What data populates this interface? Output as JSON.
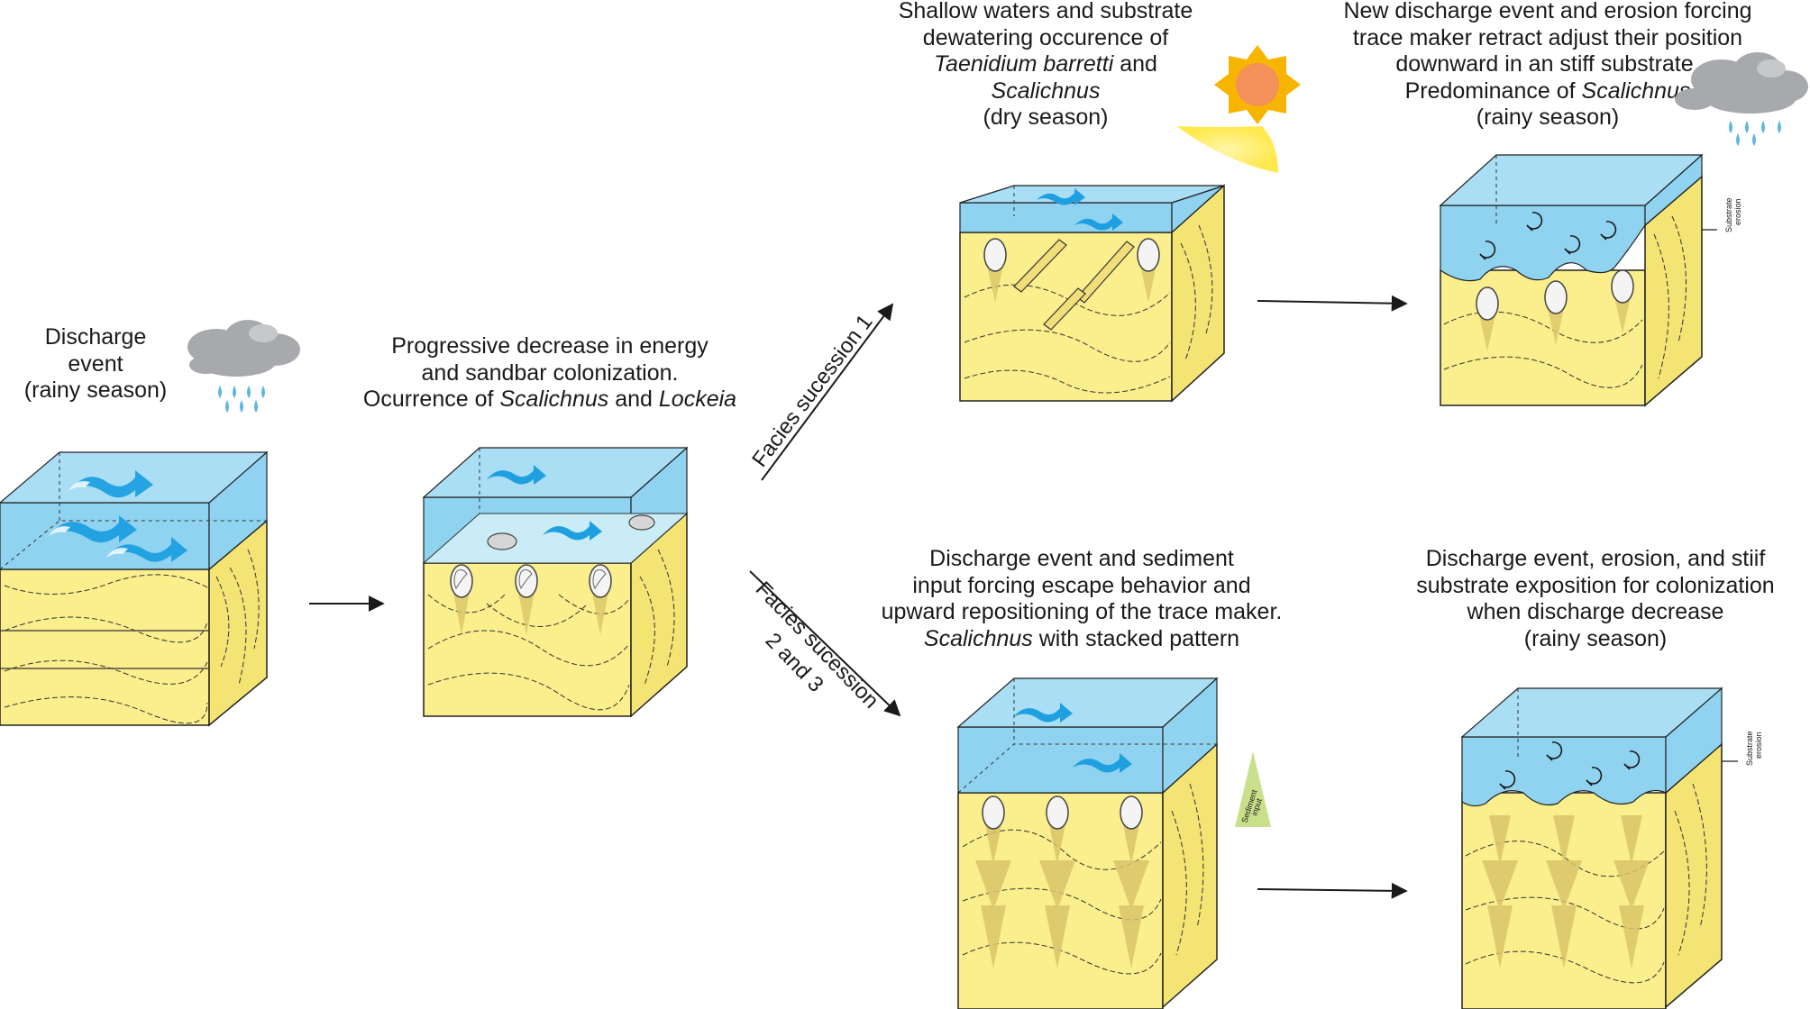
{
  "captions": {
    "discharge": {
      "lines": [
        "Discharge",
        "event",
        "(rainy season)"
      ]
    },
    "progressive": {
      "line1": "Progressive decrease in energy",
      "line2": "and sandbar colonization.",
      "line3_a": "Ocurrence of ",
      "line3_b": "Scalichnus",
      "line3_c": " and ",
      "line3_d": "Lockeia"
    },
    "shallow": {
      "line1": "Shallow waters and substrate",
      "line2": "dewatering occurence of",
      "line3_a": "Taenidium barretti",
      "line3_b": " and",
      "line4": "Scalichnus",
      "line5": "(dry season)"
    },
    "new_discharge": {
      "line1": "New discharge event and erosion forcing",
      "line2": "trace maker retract adjust their position",
      "line3": "downward  in an stiff substrate.",
      "line4_a": "Predominance of ",
      "line4_b": "Scalichnus",
      "line5": "(rainy season)"
    },
    "sediment_input": {
      "line1": "Discharge event and sediment",
      "line2": "input forcing escape behavior and",
      "line3": "upward repositioning of the trace maker.",
      "line4_a": "Scalichnus",
      "line4_b": " with stacked pattern"
    },
    "erosion_stiff": {
      "lines": [
        "Discharge event, erosion, and stiif",
        "substrate exposition for colonization",
        "when discharge decrease",
        "(rainy season)"
      ]
    }
  },
  "arrow_labels": {
    "succession_1": "Facies sucession 1",
    "succession_23_line1": "Facies sucession",
    "succession_23_line2": "2 and 3"
  },
  "side_labels": {
    "substrate_erosion_top": [
      "Substrate",
      "erosion"
    ],
    "substrate_erosion_bottom": [
      "Substrate",
      "erosion"
    ],
    "sediment_input": [
      "Sediment",
      "input"
    ]
  },
  "colors": {
    "water_front": "#8fd3f0",
    "water_top": "#a9def5",
    "sand_front": "#fbee8c",
    "sand_side": "#f4e474",
    "flow_arrow": "#1e9fe0",
    "sun": "#f7b500",
    "cloud": "#a7a9ac",
    "rain": "#5fb6e6",
    "sediment_triangle": "#c8e08a"
  }
}
